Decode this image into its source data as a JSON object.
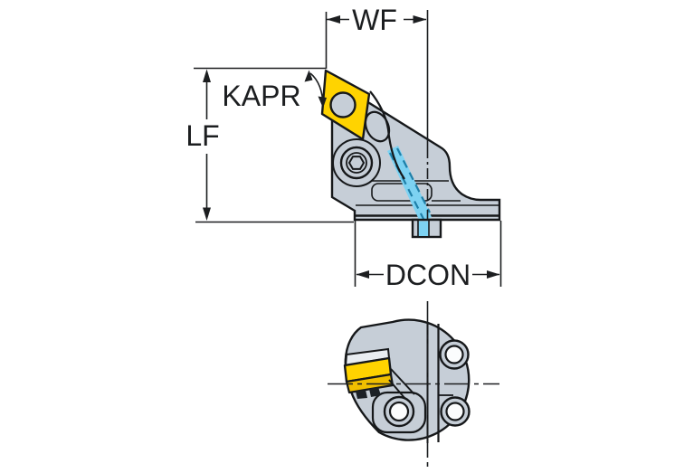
{
  "labels": {
    "wf": "WF",
    "kapr": "KAPR",
    "lf": "LF",
    "dcon": "DCON"
  },
  "colors": {
    "background": "#ffffff",
    "outline": "#16181a",
    "dim": "#1c1e20",
    "body": "#c6ced7",
    "body_light": "#e9edf1",
    "insert": "#ffd300",
    "insert_shade": "#f0bf00",
    "hole": "#fbfcfd",
    "coolant": "#7dd2f2",
    "coolant_dash": "#1f7fa8",
    "edge_dark": "#1c2126"
  }
}
